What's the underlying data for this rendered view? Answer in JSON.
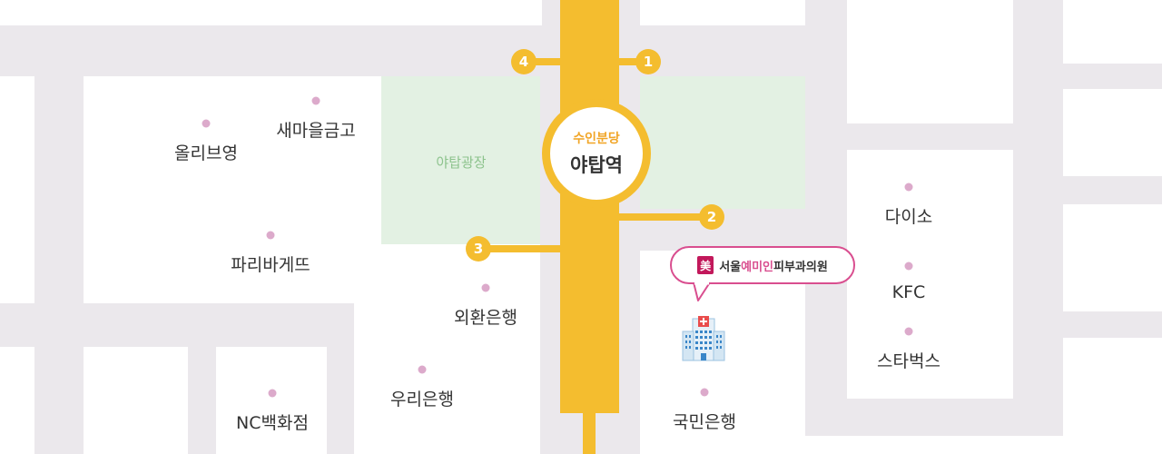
{
  "station": {
    "line": "수인분당",
    "name": "야탑역"
  },
  "park": {
    "label": "야탑광장"
  },
  "exits": [
    {
      "number": "1"
    },
    {
      "number": "2"
    },
    {
      "number": "3"
    },
    {
      "number": "4"
    }
  ],
  "landmarks": [
    "새마을금고",
    "올리브영",
    "파리바게뜨",
    "외환은행",
    "우리은행",
    "NC백화점",
    "국민은행",
    "다이소",
    "KFC",
    "스타벅스"
  ],
  "callout": {
    "logo": "美",
    "text_before": "서울",
    "text_accent": "예미인",
    "text_after": " 피부과의원"
  },
  "colors": {
    "road": "#ebe8ec",
    "block": "#ffffff",
    "park": "#e3f1e3",
    "subway_line": "#f4bd2f",
    "landmark_dot": "#dcaacb",
    "callout_border": "#d94e8f"
  },
  "icons": {
    "clinic": "hospital-building-icon"
  }
}
